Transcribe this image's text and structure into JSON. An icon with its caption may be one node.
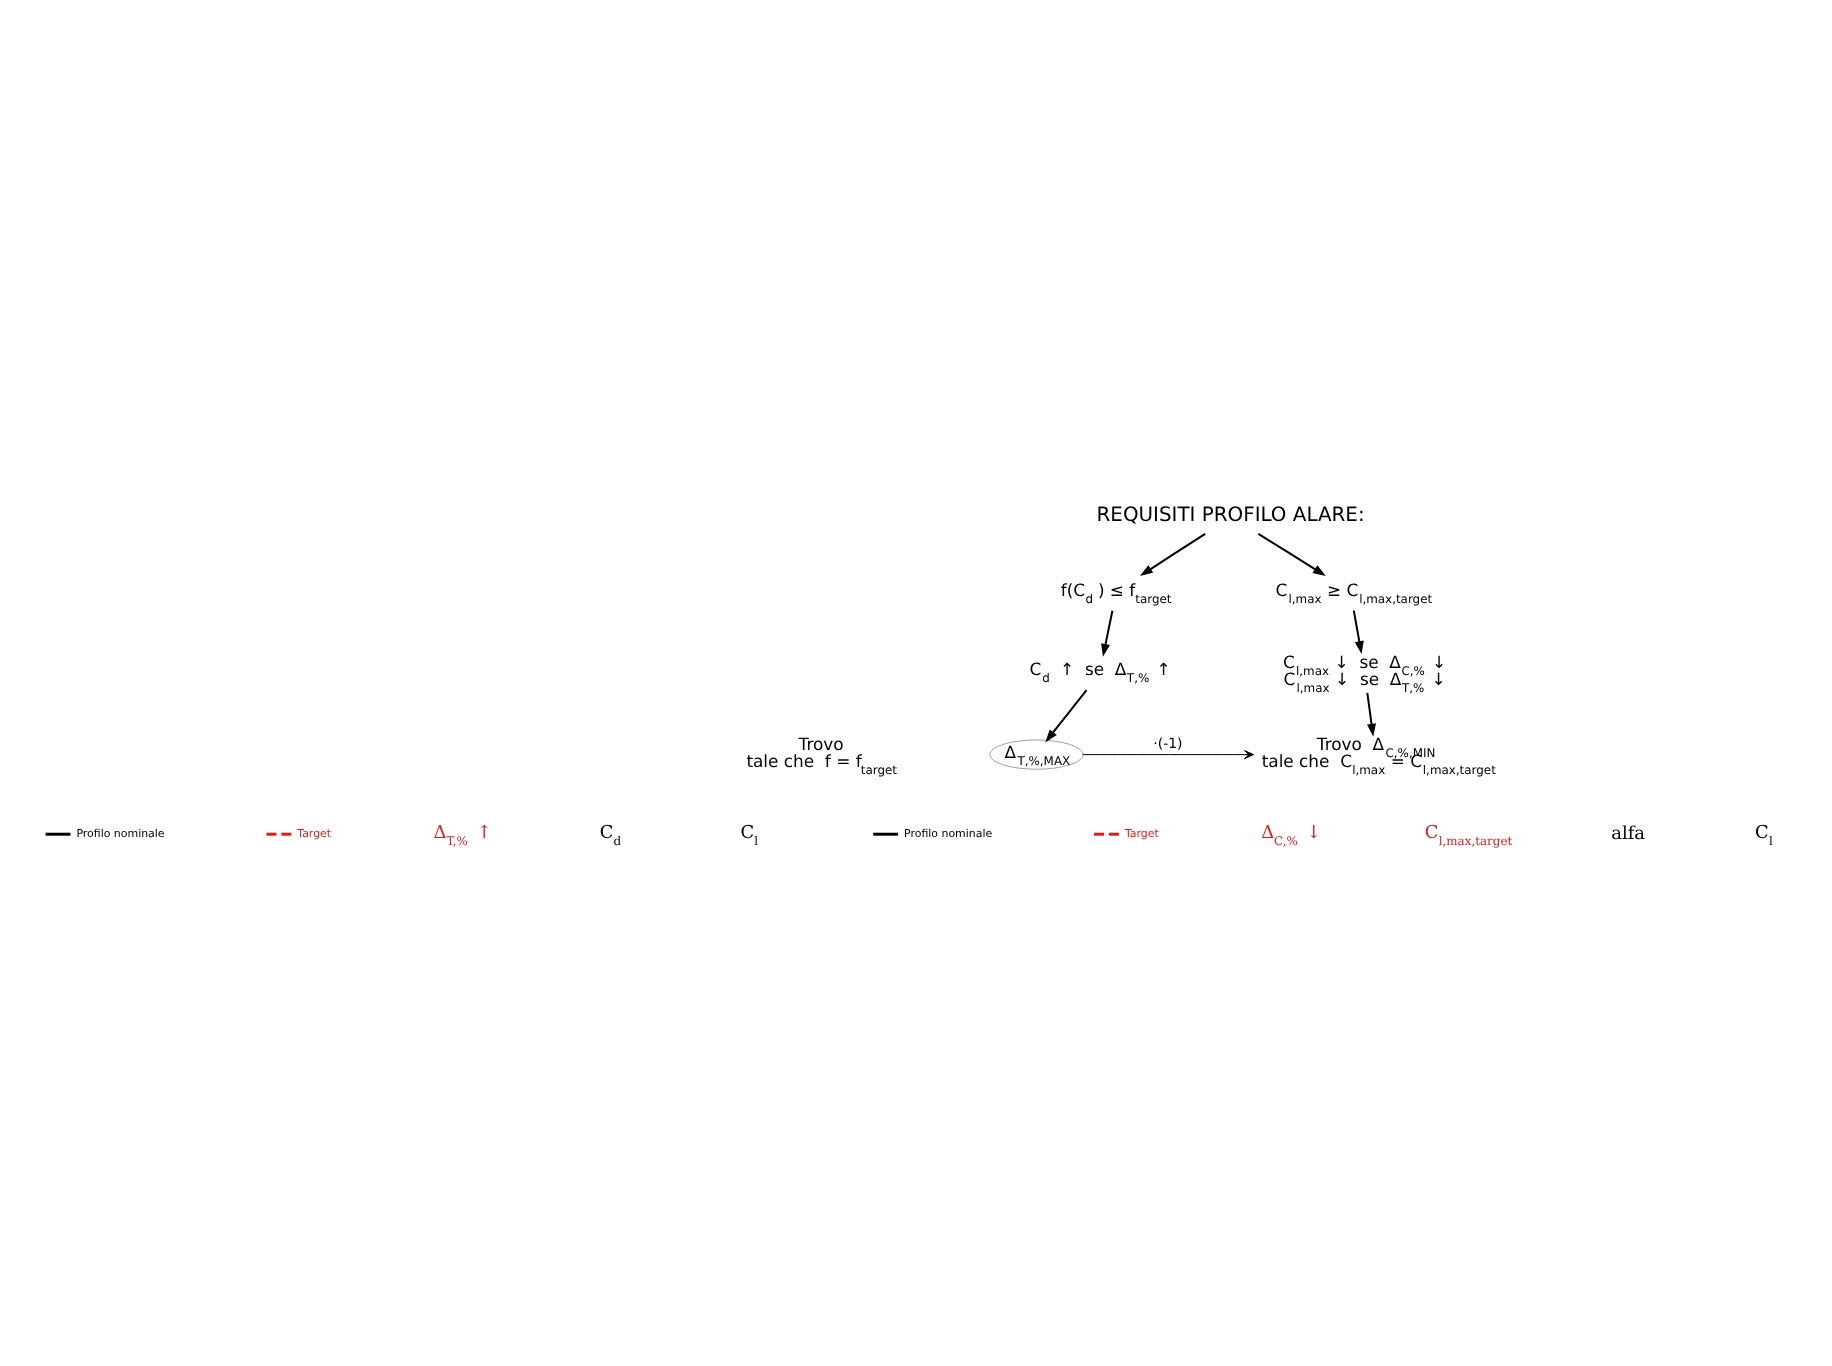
{
  "diagram": {
    "nodes": [
      {
        "text": [
          "REQUISITI PROFILO ALARE:"
        ]
      },
      {
        "text": [
          "f(C$_{d}$) ≤ f$_{target}$"
        ]
      },
      {
        "text": [
          "C$_{d}$ ↑  se  Δ$_{T,%}$ ↑"
        ]
      },
      {
        "text": [
          "Trovo",
          "tale che  f = f$_{target}$"
        ]
      },
      {
        "text": [
          "Δ$_{T,%,MAX}$"
        ]
      },
      {
        "text": [
          "C$_{l,max}$ ≥ C$_{l,max,target}$"
        ]
      },
      {
        "text": [
          "C$_{l,max}$ ↓  se  Δ$_{C,%}$ ↓",
          "C$_{l,max}$ ↓  se  Δ$_{T,%}$ ↓"
        ]
      },
      {
        "text": [
          "Trovo  Δ$_{C,%,MIN}$",
          "tale che  C$_{l,max}$ = C$_{l,max,target}$"
        ]
      }
    ],
    "edges": [
      {
        "from": 0,
        "to": 1,
        "arrow": "to"
      },
      {
        "from": 0,
        "to": 5,
        "arrow": "to"
      },
      {
        "from": 1,
        "to": 2,
        "arrow": "to"
      },
      {
        "from": 2,
        "to": 4,
        "arrow": "to"
      },
      {
        "from": 4,
        "to": 7,
        "arrow": "to",
        "label": "·(-1)"
      },
      {
        "from": 5,
        "to": 6,
        "arrow": "to"
      },
      {
        "from": 6,
        "to": 7,
        "arrow": "to"
      }
    ],
    "labels": [
      "C$_{l}$",
      "C$_{d}$",
      "Δ$_{T,%}$ ↑",
      "C$_{l}$",
      "alfa",
      "C$_{l,max,target}$",
      "Δ$_{C,%}$ ↓"
    ],
    "legend": [
      {
        "text": "Profilo nominale"
      },
      {
        "text": "Target"
      },
      {
        "text": "Profilo nominale"
      },
      {
        "text": "Target"
      }
    ]
  }
}
